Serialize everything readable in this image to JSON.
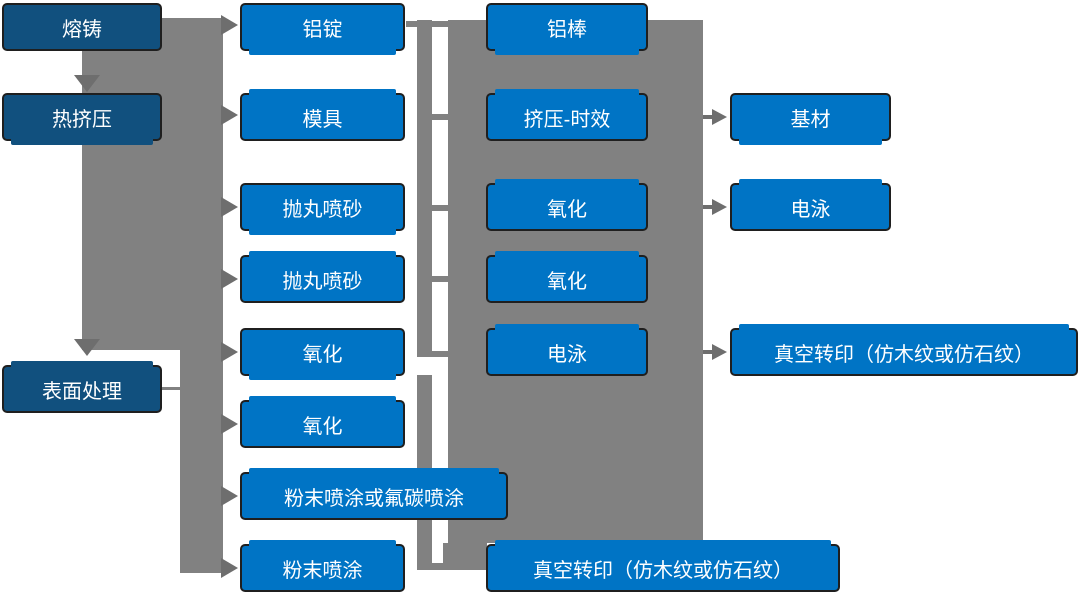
{
  "colors": {
    "dark_blue": "#11507e",
    "bright_blue": "#0074c5",
    "connector_gray": "#818181",
    "arrow_gray": "#6e6e6e",
    "box_border": "#1f1f1f",
    "text": "#ffffff"
  },
  "nodes": [
    {
      "id": "melting-casting",
      "label": "熔铸",
      "column": 1
    },
    {
      "id": "hot-extrusion",
      "label": "热挤压",
      "column": 1
    },
    {
      "id": "surface-treatment",
      "label": "表面处理",
      "column": 1
    },
    {
      "id": "aluminum-ingot",
      "label": "铝锭",
      "column": 2
    },
    {
      "id": "mold",
      "label": "模具",
      "column": 2
    },
    {
      "id": "shot-blasting-1",
      "label": "抛丸喷砂",
      "column": 2
    },
    {
      "id": "shot-blasting-2",
      "label": "抛丸喷砂",
      "column": 2
    },
    {
      "id": "oxidation-1",
      "label": "氧化",
      "column": 2
    },
    {
      "id": "oxidation-2",
      "label": "氧化",
      "column": 2
    },
    {
      "id": "powder-or-fluorocarbon-coating",
      "label": "粉末喷涂或氟碳喷涂",
      "column": 2
    },
    {
      "id": "powder-coating",
      "label": "粉末喷涂",
      "column": 2
    },
    {
      "id": "aluminum-rod",
      "label": "铝棒",
      "column": 3
    },
    {
      "id": "extrusion-aging",
      "label": "挤压-时效",
      "column": 3
    },
    {
      "id": "oxidation-3",
      "label": "氧化",
      "column": 3
    },
    {
      "id": "oxidation-4",
      "label": "氧化",
      "column": 3
    },
    {
      "id": "electrophoresis-1",
      "label": "电泳",
      "column": 3
    },
    {
      "id": "vacuum-transfer-1",
      "label": "真空转印（仿木纹或仿石纹）",
      "column": 3
    },
    {
      "id": "substrate",
      "label": "基材",
      "column": 4
    },
    {
      "id": "electrophoresis-2",
      "label": "电泳",
      "column": 4
    },
    {
      "id": "vacuum-transfer-2",
      "label": "真空转印（仿木纹或仿石纹）",
      "column": 4
    }
  ]
}
